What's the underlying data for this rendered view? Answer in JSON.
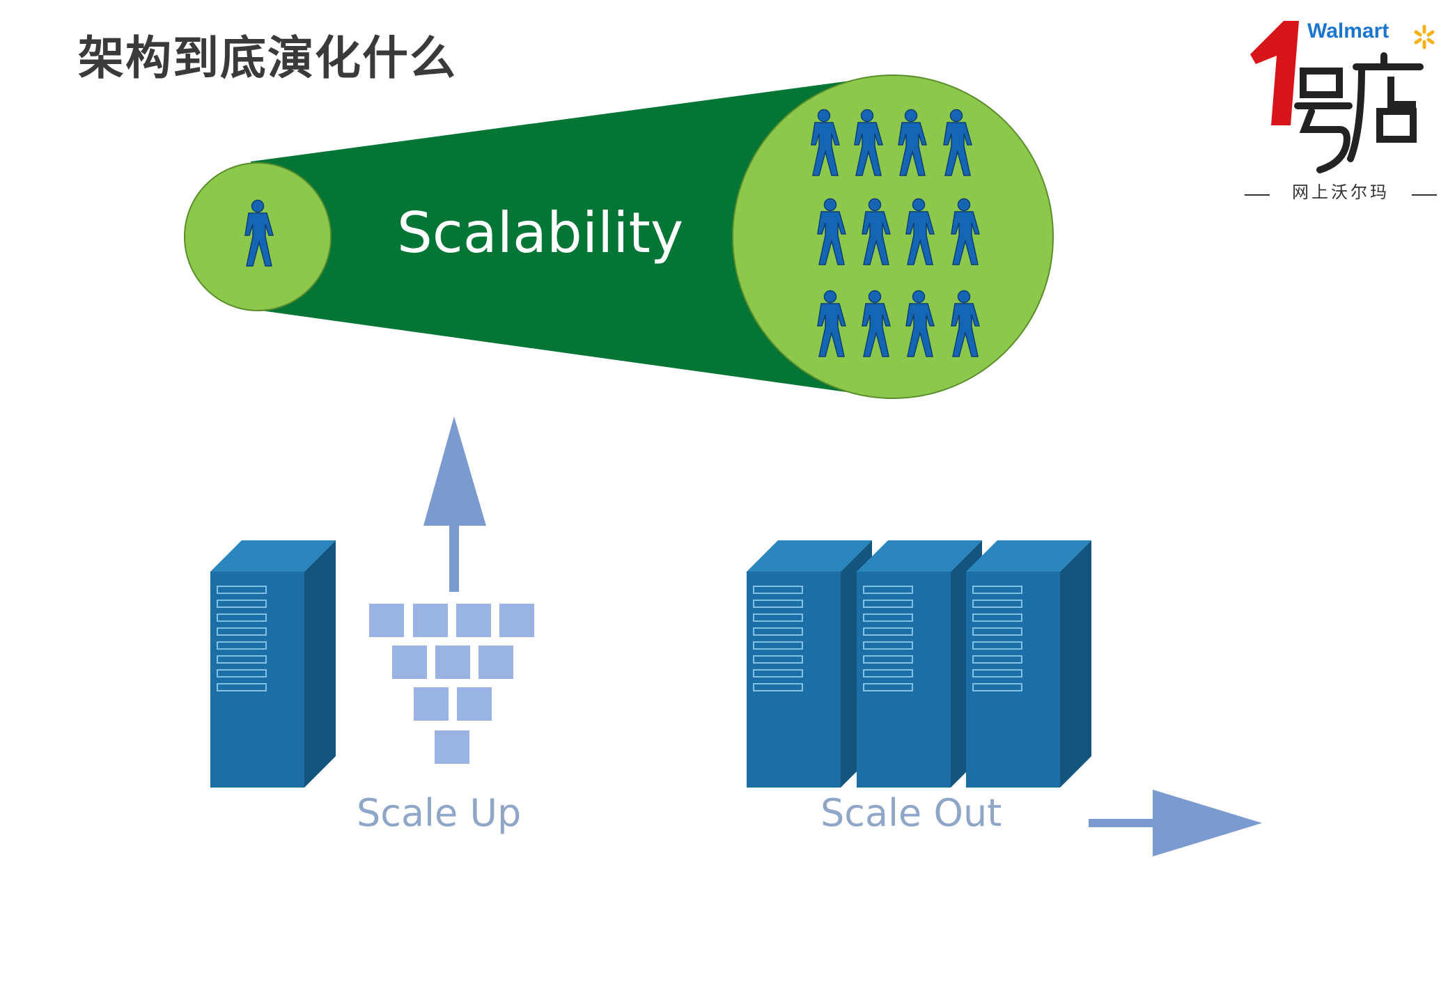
{
  "title": "架构到底演化什么",
  "logo": {
    "brand": "Walmart",
    "digit": "1",
    "chars": "号店",
    "subtitle": "网上沃尔玛"
  },
  "scalability": {
    "label": "Scalability",
    "small_users": 1,
    "large_users": 12
  },
  "scale_up": {
    "label": "Scale Up",
    "server_count": 1
  },
  "scale_out": {
    "label": "Scale Out",
    "server_count": 3
  },
  "colors": {
    "cone": "#037534",
    "circle": "#8cc84b",
    "person": "#1565b5",
    "server": "#1b6ea6",
    "arrow": "#7b9bd0",
    "caption": "#8fa6c9"
  },
  "icons": [
    "person-icon",
    "server-rack-icon",
    "up-arrow-icon",
    "right-arrow-icon",
    "walmart-spark-icon"
  ]
}
